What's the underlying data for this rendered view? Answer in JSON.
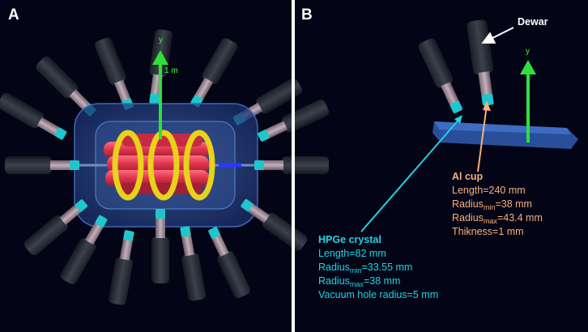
{
  "panels": {
    "a": {
      "letter": "A",
      "axis_y": "y",
      "axis_scale": "1 m"
    },
    "b": {
      "letter": "B",
      "axis_y": "y",
      "dewar_label": "Dewar"
    }
  },
  "hpge": {
    "title": "HPGe crystal",
    "length": "Length=82 mm",
    "radius_min_pre": "Radius",
    "radius_min_sub": "min",
    "radius_min_post": "=33.55 mm",
    "radius_max_pre": "Radius",
    "radius_max_sub": "max",
    "radius_max_post": "=38 mm",
    "vacuum": "Vacuum hole radius=5 mm"
  },
  "alcup": {
    "title": "Al cup",
    "length": "Length=240 mm",
    "radius_min_pre": "Radius",
    "radius_min_sub": "min",
    "radius_min_post": "=38 mm",
    "radius_max_pre": "Radius",
    "radius_max_sub": "max",
    "radius_max_post": "=43.4 mm",
    "thickness": "Thikness=1 mm"
  },
  "colors": {
    "background": "#ffffff",
    "panel_bg": "#030516",
    "hpge_text": "#1fd3e6",
    "alcup_text": "#f7b07c",
    "axis_green": "#2fe03a",
    "crystal_red": "#e2364f",
    "ring_yellow": "#e8d21a",
    "cylinder_blue": "#2a4f9a",
    "dewar_dark": "#2a2f38"
  }
}
